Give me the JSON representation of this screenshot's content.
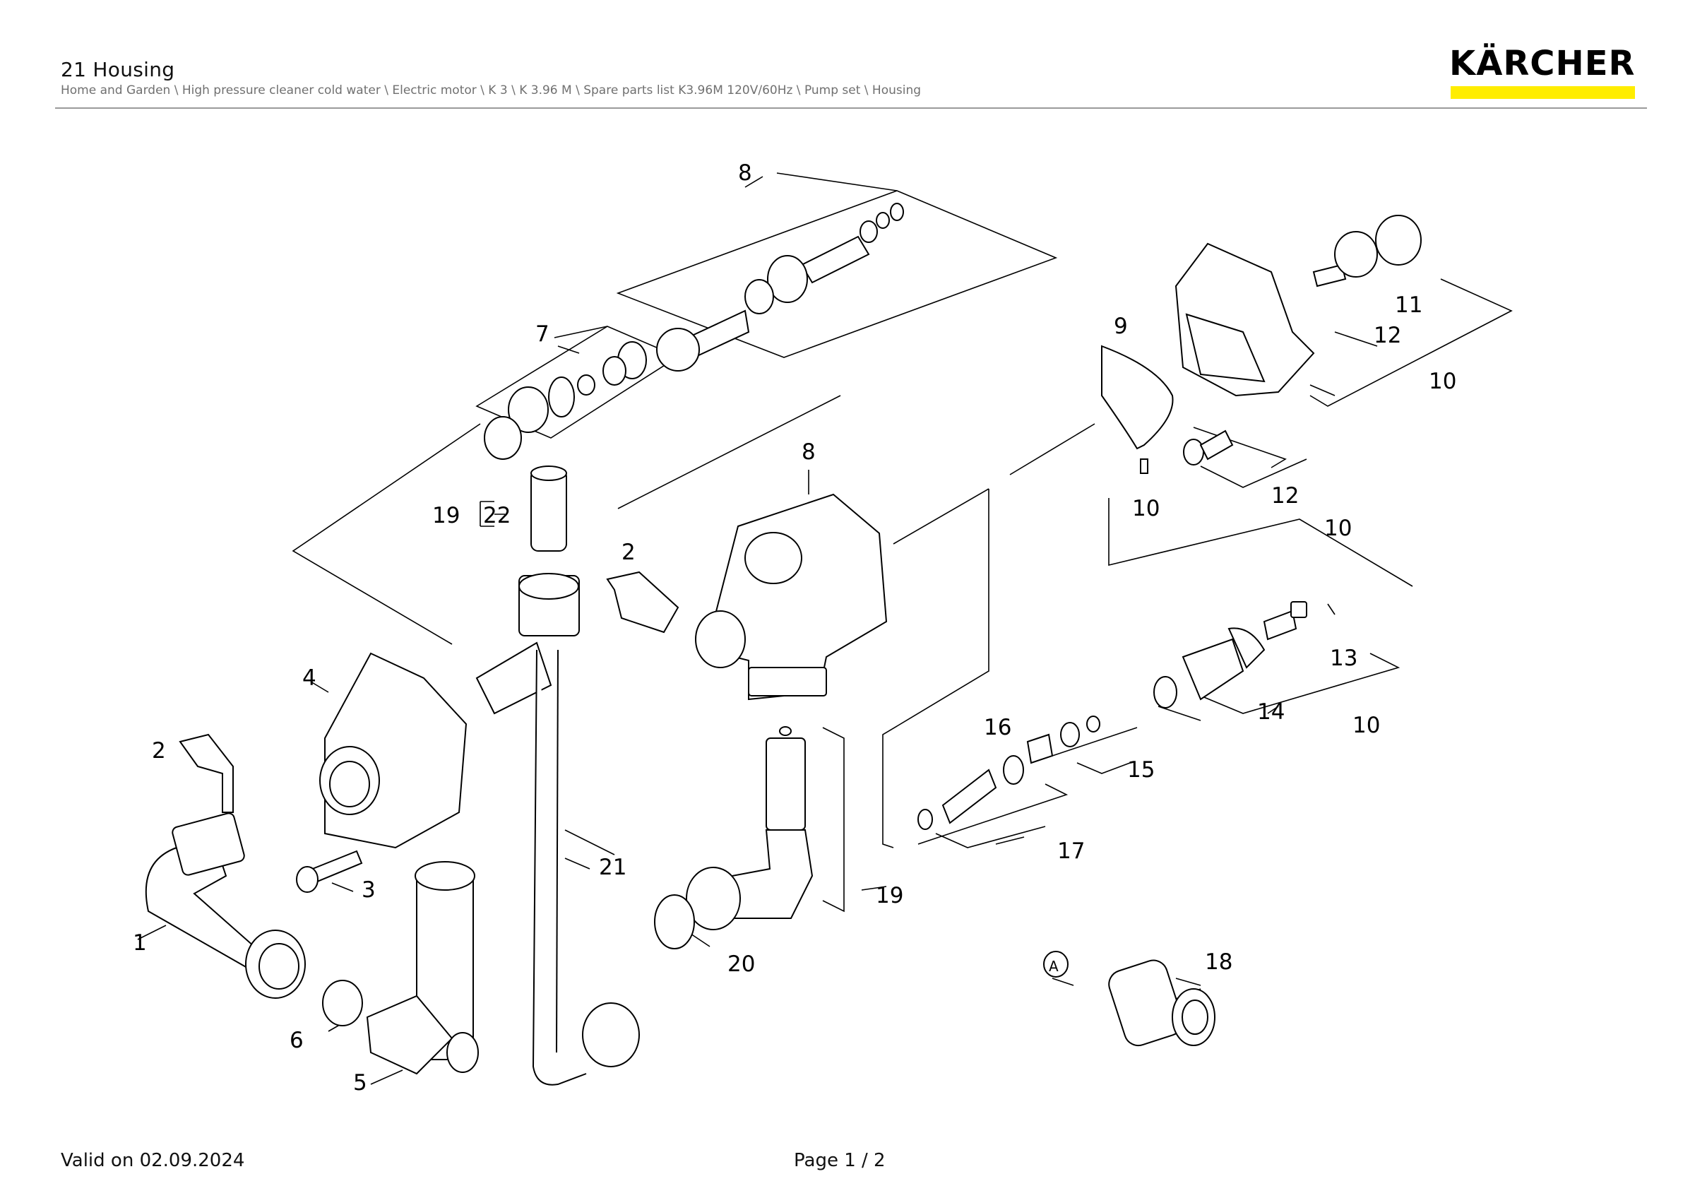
{
  "header": {
    "title": "21 Housing",
    "breadcrumb": "Home and Garden \\ High pressure cleaner cold water \\ Electric motor \\ K 3 \\ K 3.96 M \\ Spare parts list K3.96M 120V/60Hz \\ Pump set \\ Housing"
  },
  "logo": {
    "text": "KÄRCHER",
    "bar_color": "#ffed00"
  },
  "diagram": {
    "callouts": {
      "c1": "1",
      "c2a": "2",
      "c2b": "2",
      "c3": "3",
      "c4": "4",
      "c5": "5",
      "c6": "6",
      "c7": "7",
      "c8a": "8",
      "c8b": "8",
      "c9": "9",
      "c10a": "10",
      "c10b": "10",
      "c10c": "10",
      "c10d": "10",
      "c11": "11",
      "c12a": "12",
      "c12b": "12",
      "c13": "13",
      "c14": "14",
      "c15": "15",
      "c16": "16",
      "c17": "17",
      "c18": "18",
      "c19a": "19",
      "c19b": "19",
      "c20": "20",
      "c21": "21",
      "c22": "22",
      "marker_a": "A"
    }
  },
  "footer": {
    "valid": "Valid on 02.09.2024",
    "page": "Page 1 / 2"
  }
}
